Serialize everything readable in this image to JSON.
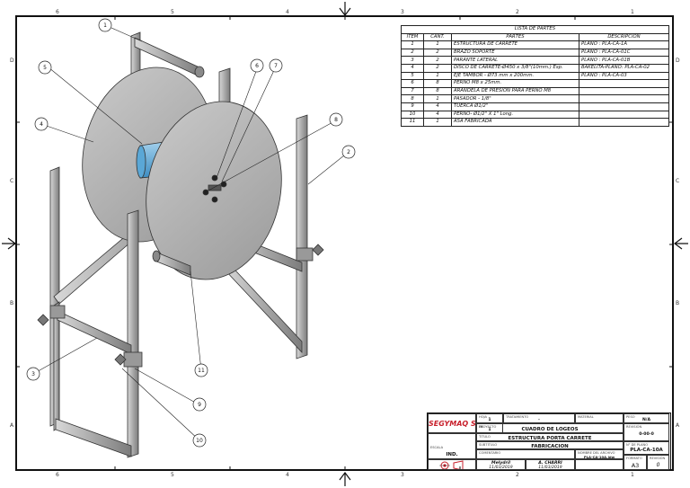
{
  "zones": {
    "columns": [
      "6",
      "5",
      "4",
      "3",
      "2",
      "1"
    ],
    "rows": [
      "D",
      "C",
      "B",
      "A"
    ]
  },
  "parts_list": {
    "title": "LISTA DE PARTES",
    "headers": [
      "ITEM",
      "CANT.",
      "PARTES",
      "DESCRIPCIÓN"
    ],
    "rows": [
      [
        "1",
        "1",
        "ESTRUCTURA DE CARRETE",
        "PLANO : PLA-CA-1A"
      ],
      [
        "2",
        "2",
        "BRAZO SOPORTE",
        "PLANO : PLA-CA-01C"
      ],
      [
        "3",
        "2",
        "PARANTE LATERAL",
        "PLANO : PLA-CA-01B"
      ],
      [
        "4",
        "2",
        "DISCO DE CARRETE-Ø450 x 3/8\"(10mm.) Esp.",
        "BAKELITA-PLANO: PLA-CA-02"
      ],
      [
        "5",
        "1",
        "EJE TAMBOR - Ø73 mm x 200mm.",
        "PLANO : PLA-CA-03"
      ],
      [
        "6",
        "8",
        "PERNO M8 x 25mm.",
        ""
      ],
      [
        "7",
        "8",
        "ARANDELA DE PRESIÓN PARA PERNO M8",
        ""
      ],
      [
        "8",
        "1",
        "PASADOR - 1/8\"",
        ""
      ],
      [
        "9",
        "4",
        "TUERCA Ø1/2\"",
        ""
      ],
      [
        "10",
        "4",
        "PERNO- Ø1/2\" X 1\" Long.",
        ""
      ],
      [
        "11",
        "1",
        "ASA FABRICADA",
        ""
      ]
    ]
  },
  "balloons": [
    "1",
    "2",
    "3",
    "4",
    "5",
    "6",
    "7",
    "8",
    "9",
    "10",
    "11"
  ],
  "title_block": {
    "logo": "SEGYMAQ S.A.C",
    "proyecto_label": "PROYECTO",
    "proyecto": "CUADRO DE LOGEOS",
    "titulo_label": "TITULO",
    "titulo": "ESTRUCTURA PORTA CARRETE",
    "subtitulo_label": "SUBTITULO",
    "subtitulo": "FABRICACION",
    "escala_label": "ESCALA",
    "escala": "IND.",
    "hoja_label": "HOJA",
    "hoja": "1",
    "de_label": "DE",
    "de": "1",
    "tratamiento_label": "TRATAMIENTO",
    "tratamiento": "-",
    "material_label": "MATERIAL",
    "peso_label": "PESO",
    "peso": "N/A",
    "revision_label": "REVISIÓN",
    "revision": "0-00-0",
    "comentario_label": "COMENTARIO",
    "dibujo": "Melydril",
    "dibujo_fecha": "11/03/2019",
    "reviso": "A. CHARRI",
    "reviso_fecha": "11/03/2019",
    "archivo_label": "NOMBRE DEL ARCHIVO",
    "archivo": "PLA-CA-10A.idw",
    "plano_label": "N° DE PLANO",
    "plano": "PLA-CA-10A",
    "formato_label": "FORMATO",
    "formato": "A3",
    "rev_label": "REVISIÓN",
    "rev": "0"
  }
}
